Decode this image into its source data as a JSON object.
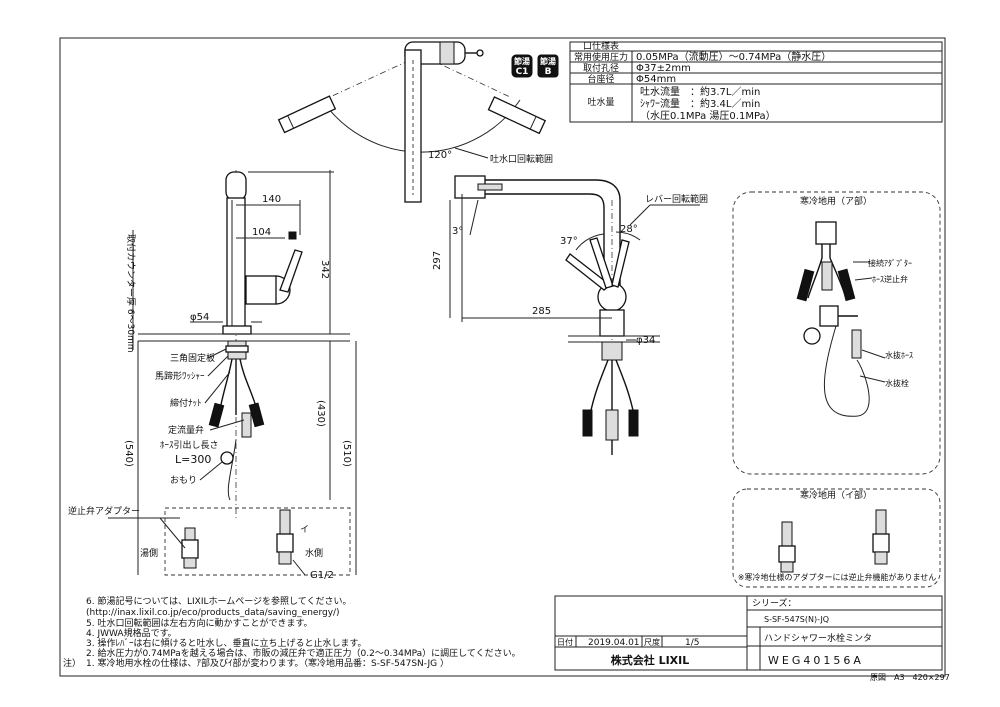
{
  "spec_table": {
    "title": "口仕様表",
    "rows": [
      {
        "label": "常用使用圧力",
        "value": "0.05MPa（流動圧）～0.74MPa（静水圧）"
      },
      {
        "label": "取付孔径",
        "value": "Φ37±2mm"
      },
      {
        "label": "台座径",
        "value": "Φ54mm"
      },
      {
        "label": "吐水量",
        "lines": [
          "吐水流量　：約3.7L／min",
          "ｼｬﾜｰ流量　：約3.4L／min",
          "（水圧0.1MPa 湯圧0.1MPa）"
        ]
      }
    ]
  },
  "badges": [
    {
      "top": "節湯",
      "bottom": "C1"
    },
    {
      "top": "節湯",
      "bottom": "B"
    }
  ],
  "dims": {
    "d140": "140",
    "d104": "104",
    "d342": "342",
    "d54": "φ54",
    "d120": "120°",
    "d297": "297",
    "d285": "285",
    "d34": "φ34",
    "d3": "3°",
    "d37": "37°",
    "d28": "28°",
    "d430": "(430)",
    "d510": "(510)",
    "d540": "(540)",
    "counter": "取付カウンター厚 6～30mm"
  },
  "callouts": {
    "spout_range": "吐水口回転範囲",
    "lever_range": "レバー回転範囲",
    "sankaku": "三角固定板",
    "bateikei": "馬蹄形ﾜｯｼｬｰ",
    "shimetsuke": "締付ﾅｯﾄ",
    "teiryu": "定流量弁",
    "hose_len": "ﾎｰｽ引出し長さ",
    "L300": "L=300",
    "omori": "おもり",
    "gyakushi": "逆止弁アダプター",
    "yugawa": "湯側",
    "mizugawa": "水側",
    "g12": "G1/2",
    "i_mark": "イ"
  },
  "cold_a": {
    "title": "寒冷地用（ア部）",
    "adapter": "接続ｱﾀﾞﾌﾟﾀｰ",
    "check": "ﾎｰｽ逆止弁",
    "drain_hose": "水抜ﾎｰｽ",
    "drain_plug": "水抜栓"
  },
  "cold_i": {
    "title": "寒冷地用（イ部）",
    "note": "※寒冷地仕様のアダプターには逆止弁機能がありません"
  },
  "notes": [
    "6. 節湯記号については、LIXILホームページを参照してください。",
    "(http://inax.lixil.co.jp/eco/products_data/saving_energy/)",
    "5. 吐水口回転範囲は左右方向に動かすことができます。",
    "4. JWWA規格品です。",
    "3. 操作ﾚﾊﾞｰは右に傾けると吐水し、垂直に立ち上げると止水します。",
    "2. 給水圧力が0.74MPaを越える場合は、市販の減圧弁で適正圧力（0.2～0.34MPa）に調圧してください。",
    "1. 寒冷地用水栓の仕様は、ｱ部及びｲ部が変わります。（寒冷地用品番：S-SF-547SN-JG ）"
  ],
  "notes_prefix": "注）",
  "title_block": {
    "series_label": "シリーズ：",
    "model": "S-SF-547S(N)-JQ",
    "name": "ハンドシャワー水栓ミンタ",
    "date_label": "日付",
    "date": "2019.04.01",
    "scale_label": "尺度",
    "scale": "1/5",
    "company": "株式会社 LIXIL",
    "drawing_no": "WEG40156A",
    "original_label": "原図",
    "original": "A3　420×297"
  }
}
